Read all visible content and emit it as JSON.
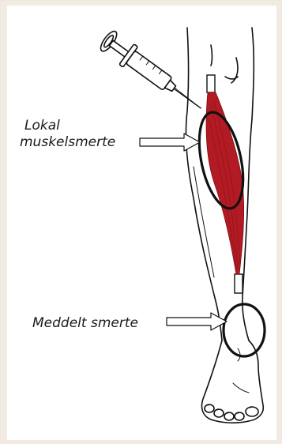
{
  "labels": {
    "local_line1": "Lokal",
    "local_line2": "muskelsmerte",
    "referred": "Meddelt smerte"
  },
  "colors": {
    "muscle": "#b31b24",
    "outline": "#111111",
    "background": "#f1ebe3"
  }
}
